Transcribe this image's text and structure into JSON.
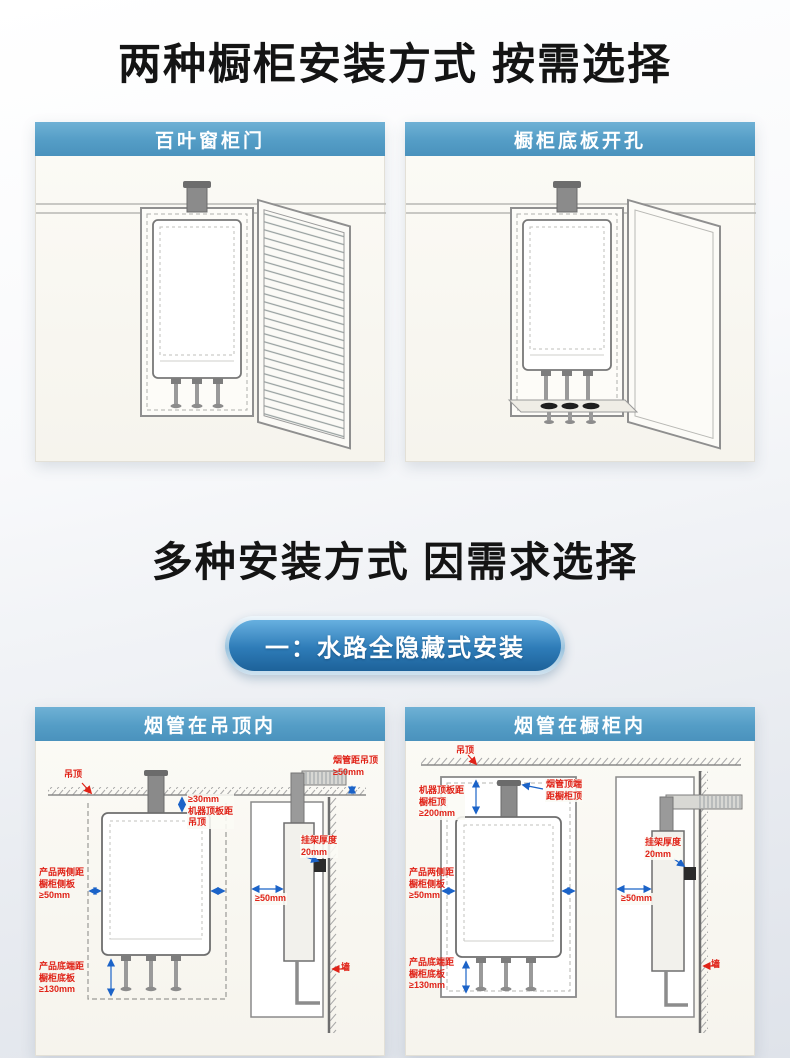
{
  "page": {
    "title_top": "两种橱柜安装方式 按需选择",
    "title_mid": "多种安装方式 因需求选择",
    "badge": "一：水路全隐藏式安装"
  },
  "colors": {
    "header_blue": "#549dc6",
    "label_red": "#e02318",
    "dimension_blue": "#1b63c8"
  },
  "cabinet_section": {
    "cards": [
      {
        "header": "百叶窗柜门"
      },
      {
        "header": "橱柜底板开孔"
      }
    ]
  },
  "install_section": {
    "cards": [
      {
        "header": "烟管在吊顶内",
        "labels": {
          "ceiling": "吊顶",
          "flue_to_ceiling": "烟管距吊顶\n≥50mm",
          "top_gap": "≥30mm\n机器顶板距\n吊顶",
          "side_gap": "产品两侧距\n橱柜侧板\n≥50mm",
          "bottom_gap": "产品底端距\n橱柜底板\n≥130mm",
          "front_gap": "≥50mm",
          "bracket": "挂架厚度\n20mm",
          "wall": "墙"
        }
      },
      {
        "header": "烟管在橱柜内",
        "labels": {
          "ceiling": "吊顶",
          "machine_top": "机器顶板距\n橱柜顶\n≥200mm",
          "flue_top": "烟管顶端\n距橱柜顶",
          "side_gap": "产品两侧距\n橱柜侧板\n≥50mm",
          "bottom_gap": "产品底端距\n橱柜底板\n≥130mm",
          "front_gap": "≥50mm",
          "bracket": "挂架厚度\n20mm",
          "wall": "墙"
        }
      }
    ]
  }
}
